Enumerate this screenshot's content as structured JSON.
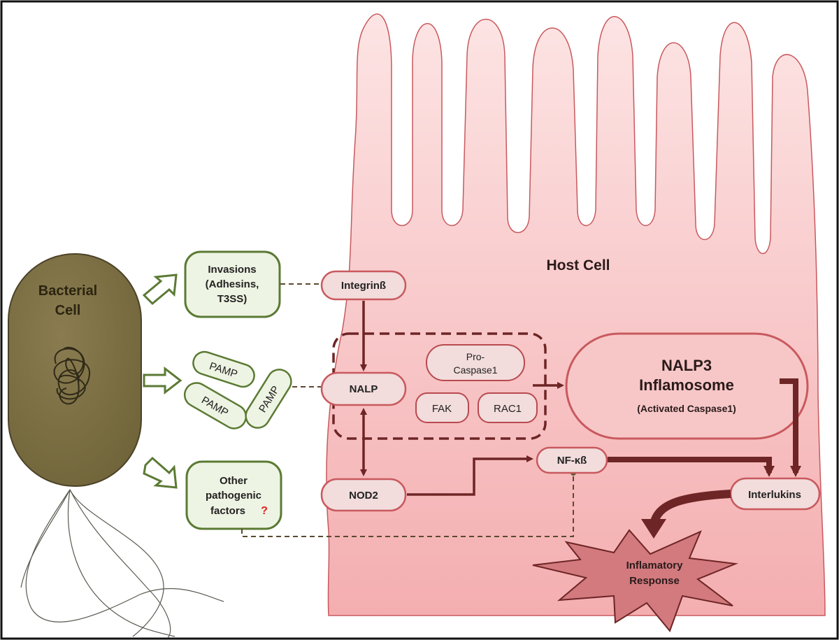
{
  "bacterium": {
    "label_line1": "Bacterial",
    "label_line2": "Cell"
  },
  "host": {
    "label": "Host Cell"
  },
  "factors": {
    "invasions_line1": "Invasions",
    "invasions_line2": "(Adhesins,",
    "invasions_line3": "T3SS)",
    "pamp": "PAMP",
    "other_line1": "Other",
    "other_line2": "pathogenic",
    "other_line3": "factors",
    "other_mark": "?"
  },
  "receptors": {
    "integrin": "Integrinß",
    "nalp": "NALP",
    "nod2": "NOD2",
    "procaspase_line1": "Pro-",
    "procaspase_line2": "Caspase1",
    "fak": "FAK",
    "rac1": "RAC1",
    "nfkb": "NF-κß",
    "interleukins": "Interlukins"
  },
  "inflammasome": {
    "line1": "NALP3",
    "line2": "Inflamosome",
    "line3": "(Activated Caspase1)"
  },
  "response": {
    "line1": "Inflamatory",
    "line2": "Response"
  },
  "colors": {
    "bacterium_fill": "#7d7045",
    "green_border": "#5b7a34",
    "green_fill": "#eef4e3",
    "host_fill": "#f7c6c6",
    "host_stroke": "#c8595e",
    "dark_maroon": "#6e2525",
    "node_fill": "#f2dcdc",
    "burst_fill": "#d27a7e"
  }
}
